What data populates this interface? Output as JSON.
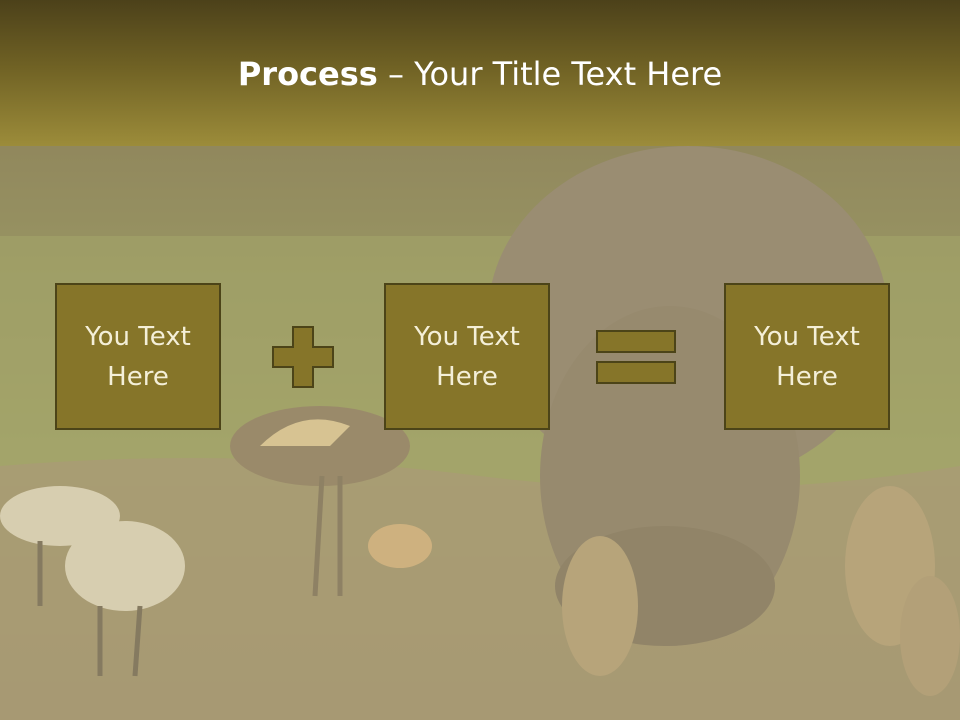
{
  "header": {
    "title_bold": "Process",
    "title_rest": " – Your Title Text Here"
  },
  "process": {
    "boxes": [
      {
        "label": "You Text\nHere"
      },
      {
        "label": "You Text\nHere"
      },
      {
        "label": "You Text\nHere"
      }
    ],
    "operators": [
      "plus-icon",
      "equals-icon"
    ]
  },
  "colors": {
    "header_dark": "#4c411a",
    "header_light": "#9c8c3a",
    "box_fill": "#867529",
    "box_border": "#4c4418",
    "box_text": "#f4efd8"
  }
}
